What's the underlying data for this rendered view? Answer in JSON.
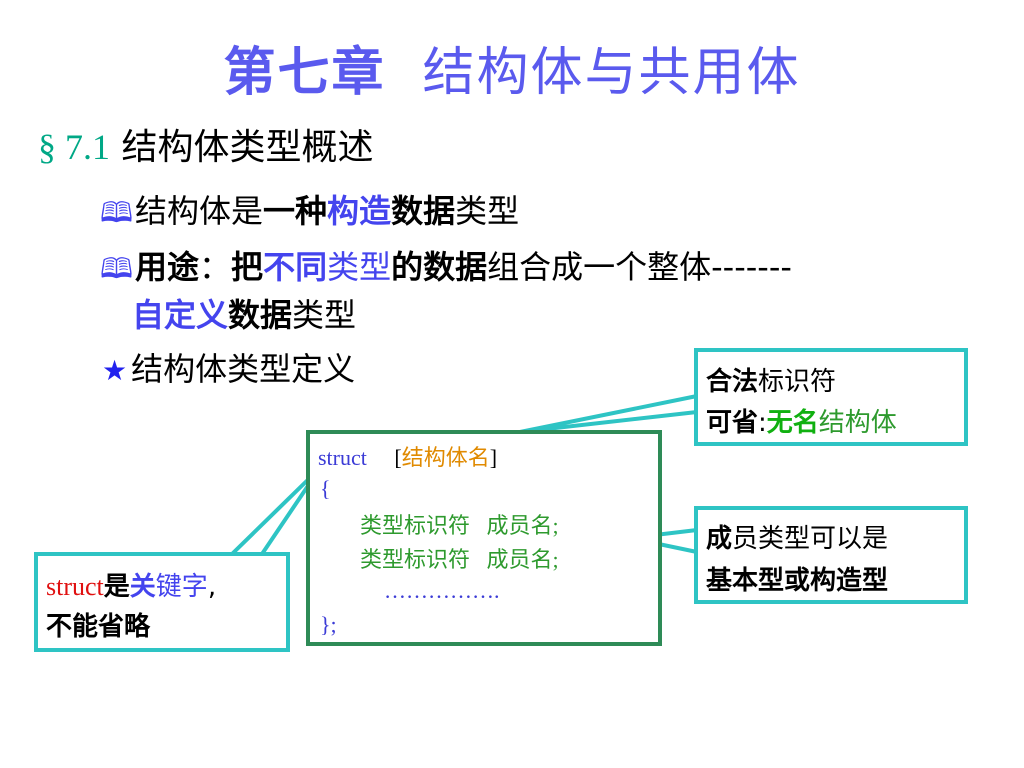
{
  "title": {
    "chapter": "第七章",
    "topic": "结构体与共用体"
  },
  "section": {
    "number": "§ 7.1",
    "heading": "结构体类型概述"
  },
  "bullets": {
    "b1": {
      "p1": "结构体是",
      "p2": "一种",
      "p3": "构造",
      "p4": "数据",
      "p5": "类型"
    },
    "b2": {
      "p1": "用途",
      "p2": "：",
      "p3": "把",
      "p4": "不同",
      "p5": "类型",
      "p6": "的数据",
      "p7": "组合成一个整体-------"
    },
    "b2cont": {
      "p1": "自定义",
      "p2": "数据",
      "p3": "类型"
    },
    "b3": {
      "text": "结构体类型定义"
    }
  },
  "code": {
    "keyword": "struct",
    "bracket_open": "[",
    "name": "结构体名",
    "bracket_close": "]",
    "brace_open": "{",
    "member1": {
      "type": "类型标识符",
      "name": "成员名;"
    },
    "member2": {
      "type": "类型标识符",
      "name": "成员名;"
    },
    "ellipsis": "…………….",
    "brace_close": "};"
  },
  "notes": {
    "top": {
      "p1": "合法",
      "p2": "标识符",
      "p3": "可省",
      "p4": ":",
      "p5": "无名",
      "p6": "结构体"
    },
    "left": {
      "p1": "struct",
      "p2": "是",
      "p3": "关",
      "p4": "键字",
      "p5": ",",
      "p6": "不能省略"
    },
    "right": {
      "p1": "成",
      "p2": "员类型可以是",
      "p3": "基本型或构造型"
    }
  },
  "colors": {
    "title": "#5a5aee",
    "section_number": "#00a886",
    "highlight_blue": "#4444ee",
    "code_border": "#2e8b57",
    "note_border": "#2ec4c4"
  },
  "icons": {
    "bullet1": "book-icon",
    "bullet2": "book-icon",
    "bullet3": "star-icon"
  }
}
